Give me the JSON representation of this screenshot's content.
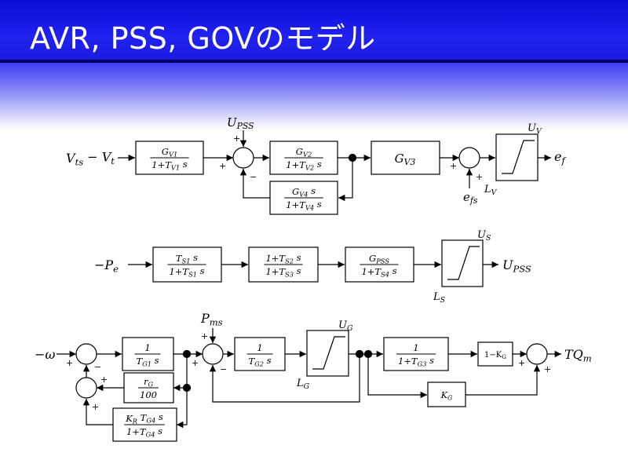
{
  "slide": {
    "title": "AVR, PSS, GOVのモデル"
  },
  "avr": {
    "input": "V_ts − V_t",
    "blocks": {
      "g1": {
        "num": "G_V1",
        "den": "1+T_V1 s"
      },
      "g2": {
        "num": "G_V2",
        "den": "1+T_V2 s"
      },
      "g3": {
        "label": "G_V3"
      },
      "g4": {
        "num": "G_V4 s",
        "den": "1+T_V4 s"
      }
    },
    "signals": {
      "upss": "U_PSS",
      "efs": "e_fs",
      "ef": "e_f",
      "uv": "U_V",
      "lv": "L_V"
    },
    "signs": {
      "sum1_top": "+",
      "sum1_left": "+",
      "sum1_bottom": "−",
      "sum2_left": "+",
      "sum2_bottom": "+"
    }
  },
  "pss": {
    "input": "−P_e",
    "blocks": {
      "b1": {
        "num": "T_S1 s",
        "den": "1+T_S1 s"
      },
      "b2": {
        "num": "1+T_S2 s",
        "den": "1+T_S3 s"
      },
      "b3": {
        "num": "G_PSS",
        "den": "1+T_S4 s"
      }
    },
    "signals": {
      "output": "U_PSS",
      "us": "U_S",
      "ls": "L_S"
    }
  },
  "gov": {
    "input": "−ω",
    "blocks": {
      "g1": {
        "num": "1",
        "den": "T_G1 s"
      },
      "rg": {
        "num": "r_G",
        "den": "100"
      },
      "kr": {
        "num": "K_R T_G4 s",
        "den": "1+T_G4 s"
      },
      "g2": {
        "num": "1",
        "den": "T_G2 s"
      },
      "g3": {
        "num": "1",
        "den": "1+T_G3 s"
      },
      "onemk": {
        "label": "1−K_G"
      },
      "kg": {
        "label": "K_G"
      }
    },
    "signals": {
      "pms": "P_ms",
      "ug": "U_G",
      "lg": "L_G",
      "output": "TQ_m"
    },
    "signs": {
      "s1_left": "+",
      "s1_bottom": "−",
      "s2_right": "+",
      "s2_bottom": "+",
      "s3_top": "+",
      "s3_left": "+",
      "s3_bottom": "−",
      "s4_left": "+",
      "s4_bottom": "+"
    }
  }
}
